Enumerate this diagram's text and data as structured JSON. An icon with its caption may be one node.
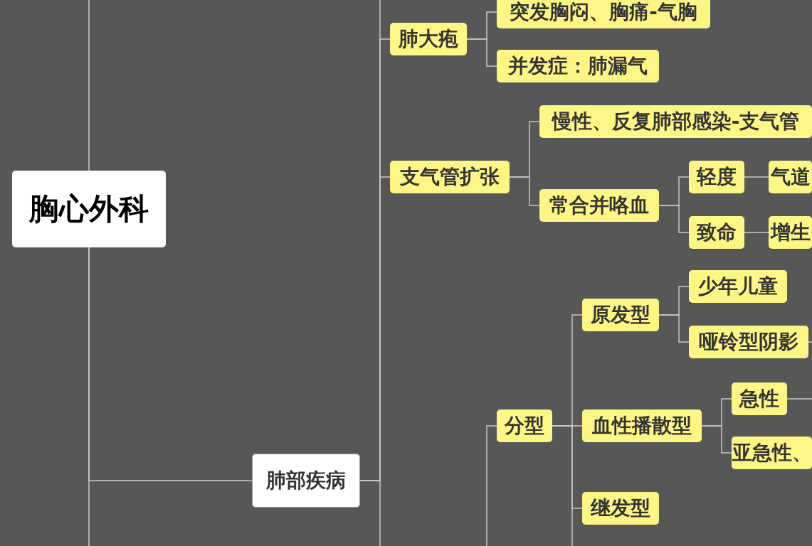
{
  "diagram": {
    "nodes": [
      {
        "text": [
          "胸心外科"
        ]
      },
      {
        "text": [
          "肺部疾病"
        ]
      },
      {
        "text": [
          "肺大疱"
        ]
      },
      {
        "text": [
          "突发胸闷、胸痛-气胸"
        ]
      },
      {
        "text": [
          "并发症：肺漏气"
        ]
      },
      {
        "text": [
          "支气管扩张"
        ]
      },
      {
        "text": [
          "慢性、反复肺部感染-支气管"
        ]
      },
      {
        "text": [
          "常合并咯血"
        ]
      },
      {
        "text": [
          "轻度"
        ]
      },
      {
        "text": [
          "气道"
        ]
      },
      {
        "text": [
          "致命"
        ]
      },
      {
        "text": [
          "增生"
        ]
      },
      {
        "text": [
          "分型"
        ]
      },
      {
        "text": [
          "原发型"
        ]
      },
      {
        "text": [
          "少年儿童"
        ]
      },
      {
        "text": [
          "哑铃型阴影"
        ]
      },
      {
        "text": [
          "血性播散型"
        ]
      },
      {
        "text": [
          "急性"
        ]
      },
      {
        "text": [
          "亚急性、"
        ]
      },
      {
        "text": [
          "继发型"
        ]
      }
    ],
    "edges": [
      {
        "from": 0,
        "to": 1,
        "arrow": "none"
      },
      {
        "from": 0,
        "to": null,
        "arrow": "none"
      },
      {
        "from": 0,
        "to": null,
        "arrow": "none"
      },
      {
        "from": 1,
        "to": 2,
        "arrow": "none"
      },
      {
        "from": 1,
        "to": 5,
        "arrow": "none"
      },
      {
        "from": 1,
        "to": null,
        "arrow": "none"
      },
      {
        "from": 1,
        "to": null,
        "arrow": "none"
      },
      {
        "from": 2,
        "to": 3,
        "arrow": "none"
      },
      {
        "from": 2,
        "to": 4,
        "arrow": "none"
      },
      {
        "from": 5,
        "to": 6,
        "arrow": "none"
      },
      {
        "from": 5,
        "to": 7,
        "arrow": "none"
      },
      {
        "from": 7,
        "to": 8,
        "arrow": "none"
      },
      {
        "from": 7,
        "to": 10,
        "arrow": "none"
      },
      {
        "from": 8,
        "to": 9,
        "arrow": "none"
      },
      {
        "from": 10,
        "to": 11,
        "arrow": "none"
      },
      {
        "from": null,
        "to": 12,
        "arrow": "none"
      },
      {
        "from": 12,
        "to": 13,
        "arrow": "none"
      },
      {
        "from": 12,
        "to": 16,
        "arrow": "none"
      },
      {
        "from": 12,
        "to": 19,
        "arrow": "none"
      },
      {
        "from": 12,
        "to": null,
        "arrow": "none"
      },
      {
        "from": 13,
        "to": 14,
        "arrow": "none"
      },
      {
        "from": 13,
        "to": 15,
        "arrow": "none"
      },
      {
        "from": 15,
        "to": null,
        "arrow": "none"
      },
      {
        "from": 16,
        "to": 17,
        "arrow": "none"
      },
      {
        "from": 16,
        "to": 18,
        "arrow": "none"
      },
      {
        "from": 17,
        "to": null,
        "arrow": "none"
      }
    ]
  }
}
